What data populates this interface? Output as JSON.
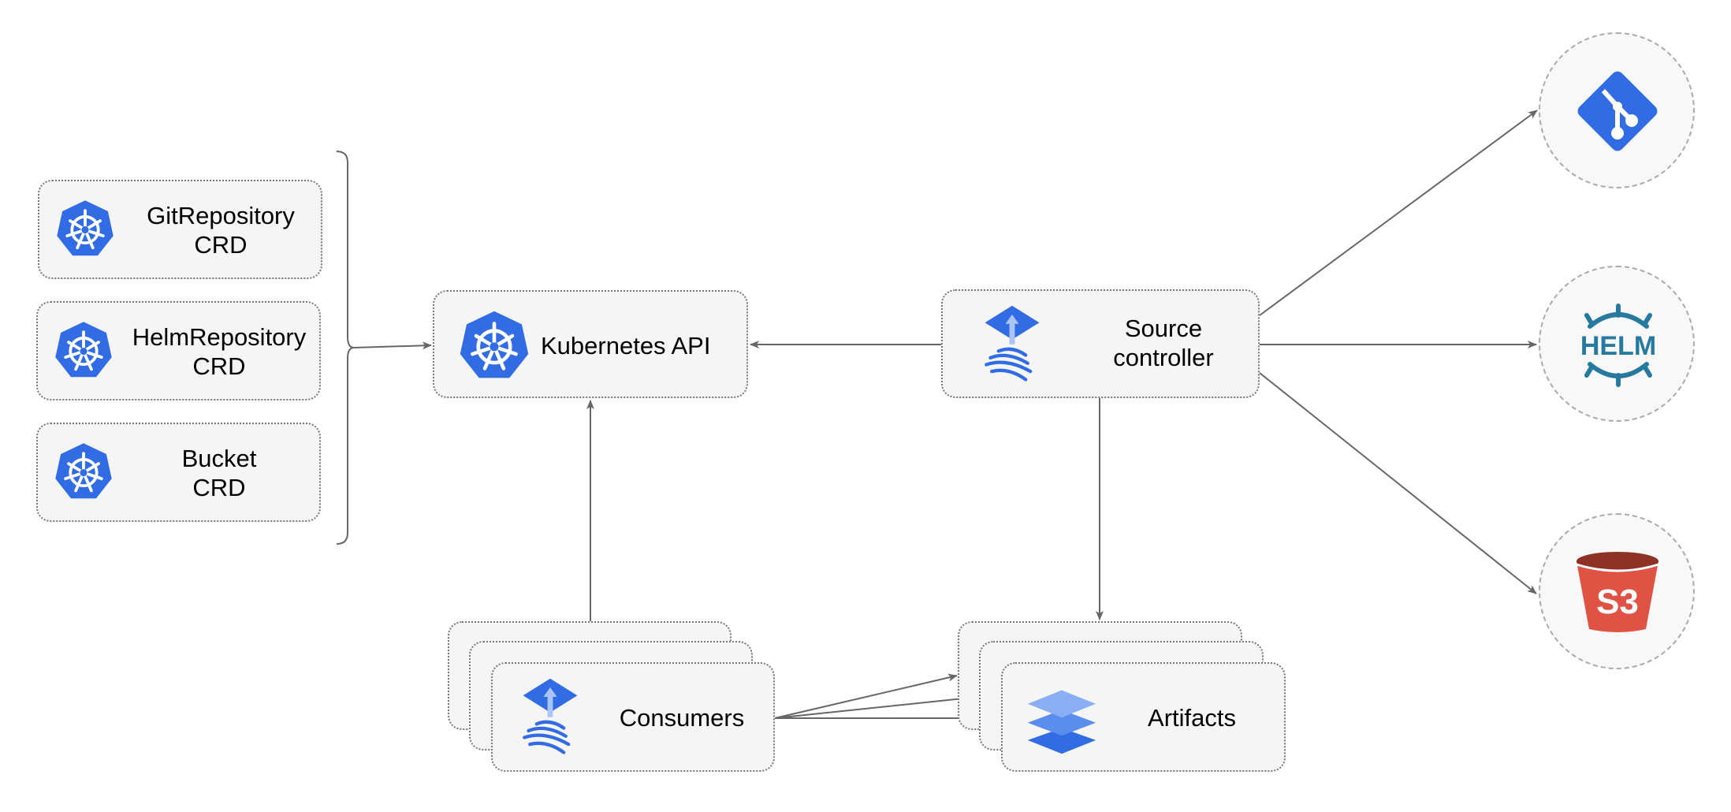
{
  "crds": [
    {
      "line1": "GitRepository",
      "line2": "CRD"
    },
    {
      "line1": "HelmRepository",
      "line2": "CRD"
    },
    {
      "line1": "Bucket",
      "line2": "CRD"
    }
  ],
  "kubernetes_api": {
    "label": "Kubernetes API"
  },
  "source_controller": {
    "line1": "Source",
    "line2": "controller"
  },
  "consumers": {
    "label": "Consumers"
  },
  "artifacts": {
    "label": "Artifacts"
  },
  "external_sources": [
    {
      "icon": "git-icon"
    },
    {
      "icon": "helm-icon",
      "text": "HELM"
    },
    {
      "icon": "s3-icon",
      "text": "S3"
    }
  ],
  "colors": {
    "kubernetes": "#326ce5",
    "flux": "#326ce5",
    "helm": "#277a9f",
    "s3": "#e05243",
    "edge": "#666666"
  }
}
